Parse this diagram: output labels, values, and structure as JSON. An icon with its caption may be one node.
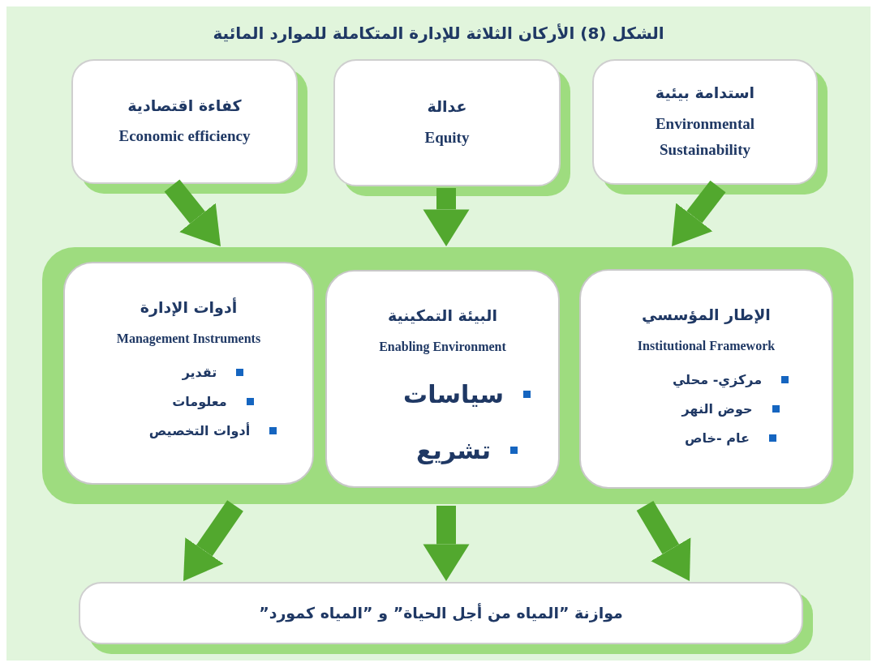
{
  "diagram": {
    "title": "الشكل (8) الأركان الثلاثة للإدارة المتكاملة للموارد المائية",
    "nodes": [
      {
        "text": [
          "كفاءة اقتصادية",
          "Economic efficiency"
        ]
      },
      {
        "text": [
          "عدالة",
          "Equity"
        ]
      },
      {
        "text": [
          "استدامة بيئية",
          "Environmental Sustainability"
        ]
      },
      {
        "text": [],
        "shape": "box"
      },
      {
        "text": [
          "أدوات الإدارة",
          "Management Instruments",
          "تقدير",
          "معلومات",
          "أدوات التخصيص"
        ],
        "in": 3
      },
      {
        "text": [
          "البيئة التمكينية",
          "Enabling Environment",
          "سياسات",
          "تشريع"
        ],
        "in": 3
      },
      {
        "text": [
          "الإطار المؤسسي",
          "Institutional Framework",
          "مركزي- محلي",
          "حوض النهر",
          "عام -خاص"
        ],
        "in": 3
      },
      {
        "text": [
          "موازنة ”المياه من أجل الحياة” و ”المياه كمورد”"
        ]
      }
    ],
    "edges": [
      {
        "from": 0,
        "to": 3,
        "arrow": "to"
      },
      {
        "from": 1,
        "to": 3,
        "arrow": "to"
      },
      {
        "from": 2,
        "to": 3,
        "arrow": "to"
      },
      {
        "from": 3,
        "to": 7,
        "arrow": "to"
      },
      {
        "from": 3,
        "to": 7,
        "arrow": "to"
      },
      {
        "from": 3,
        "to": 7,
        "arrow": "to"
      }
    ]
  }
}
